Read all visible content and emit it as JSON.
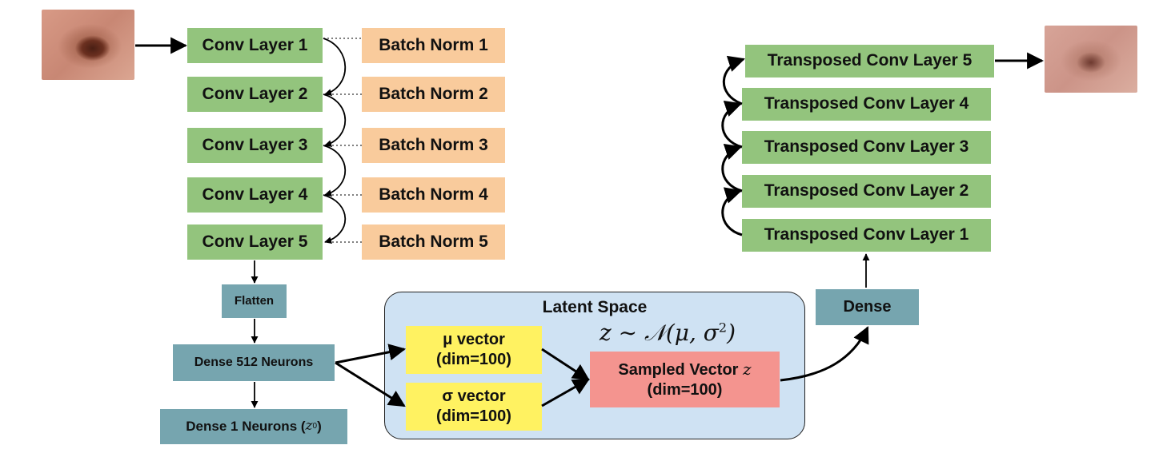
{
  "encoder": {
    "conv_layers": [
      "Conv Layer 1",
      "Conv Layer 2",
      "Conv Layer 3",
      "Conv Layer 4",
      "Conv Layer 5"
    ],
    "batch_norms": [
      "Batch Norm 1",
      "Batch Norm 2",
      "Batch Norm 3",
      "Batch Norm 4",
      "Batch Norm 5"
    ],
    "flatten": "Flatten",
    "dense_512": "Dense 512 Neurons",
    "dense_1": "Dense 1 Neurons (",
    "dense_1_symbol": "z",
    "dense_1_sub": "0",
    "dense_1_close": ")"
  },
  "latent": {
    "title": "Latent Space",
    "formula": "z ∼ 𝒩(μ, σ",
    "formula_sup": "2",
    "formula_close": ")",
    "mu_line1": "μ vector",
    "mu_line2": "(dim=100)",
    "sigma_line1": "σ vector",
    "sigma_line2": "(dim=100)",
    "sampled_line1": "Sampled Vector ",
    "sampled_symbol": "z",
    "sampled_line2": "(dim=100)"
  },
  "decoder": {
    "dense": "Dense",
    "transposed_layers": [
      "Transposed Conv Layer 5",
      "Transposed Conv Layer 4",
      "Transposed Conv Layer 3",
      "Transposed Conv Layer 2",
      "Transposed Conv Layer 1"
    ]
  },
  "images": {
    "input": "skin-lesion-input-image",
    "output": "skin-lesion-reconstructed-image"
  },
  "colors": {
    "conv": "#93c47d",
    "batch_norm": "#f9cb9c",
    "dense": "#76a5af",
    "vector": "#fff261",
    "sampled": "#f4948f",
    "latent_bg": "#cfe2f3"
  }
}
